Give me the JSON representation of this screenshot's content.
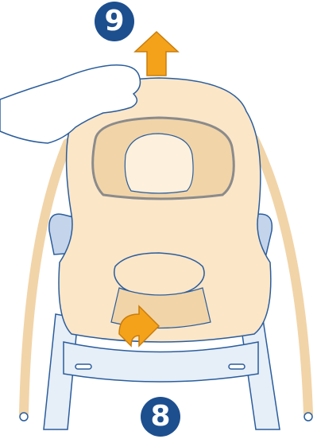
{
  "illustration": {
    "subject": "infant-seat-cover-removal",
    "steps": [
      {
        "number": "9",
        "arrow": "up-arrow"
      },
      {
        "number": "8",
        "arrow": "curved-arrow"
      }
    ]
  },
  "colors": {
    "badge": "#1d4f8f",
    "arrow": "#f5a21b",
    "arrow_stroke": "#c97d0c",
    "outline": "#2a5d9c",
    "cover": "#fbe6c8",
    "cover_dark": "#f1d4a8",
    "frame": "#e6eef8",
    "frame_dots": "#c4d4ea",
    "skin": "#ffffff"
  }
}
